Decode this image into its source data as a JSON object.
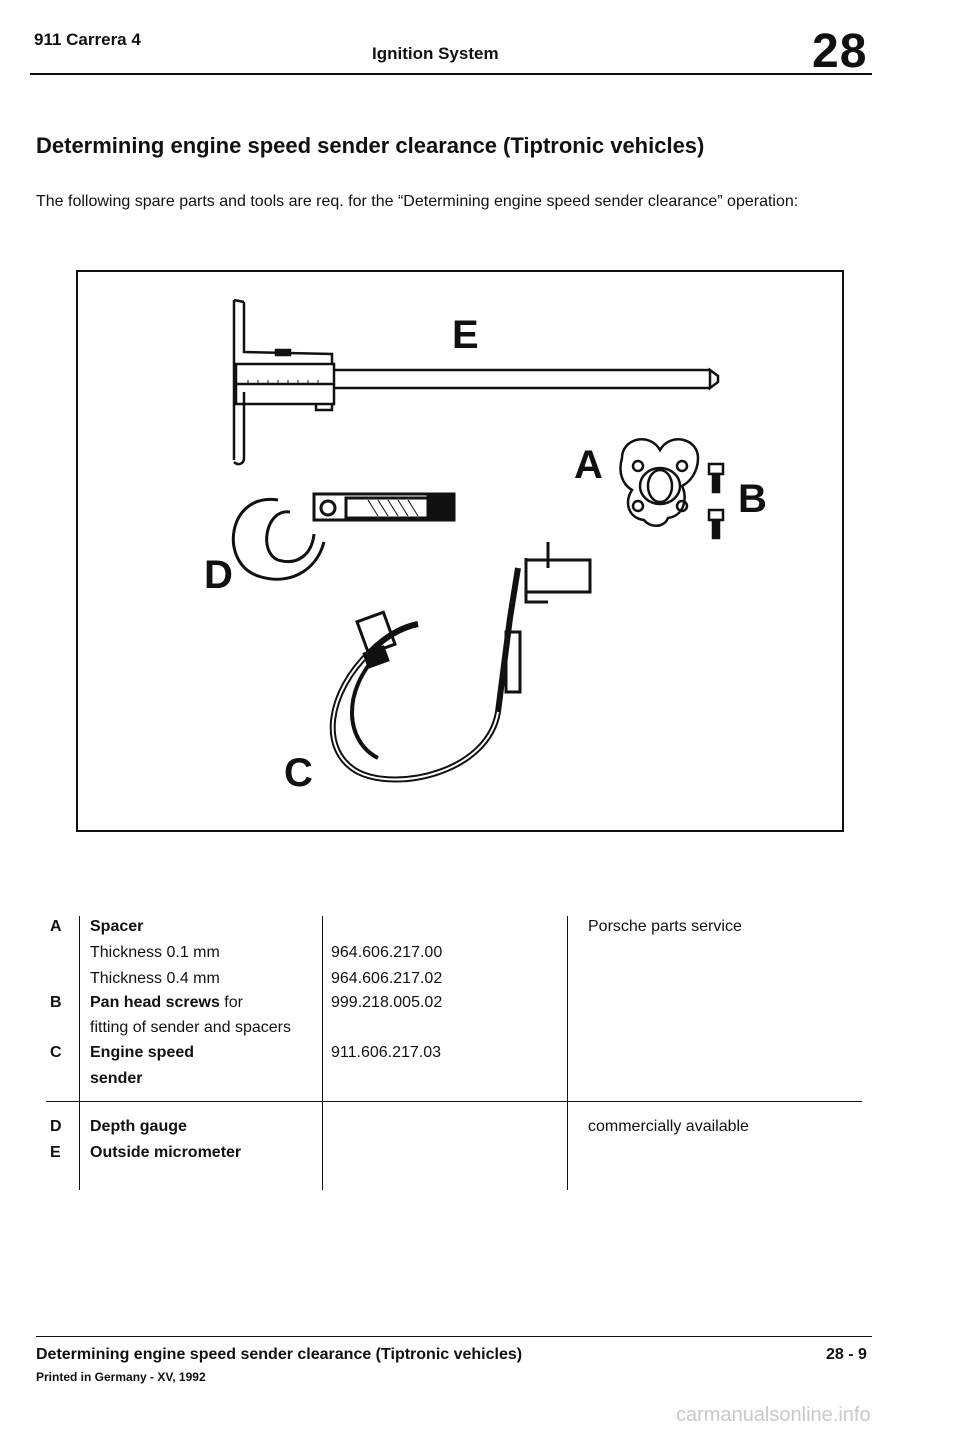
{
  "header": {
    "model": "911 Carrera 4",
    "section": "Ignition System",
    "chapter": "28"
  },
  "title": "Determining engine speed sender clearance (Tiptronic vehicles)",
  "intro": "The following spare parts and tools are req. for the “Determining engine speed sender clearance” operation:",
  "figure": {
    "labels": {
      "a": "A",
      "b": "B",
      "c": "C",
      "d": "D",
      "e": "E"
    }
  },
  "parts_table": {
    "rows": [
      {
        "letter": "A",
        "name": "Spacer",
        "detail": "",
        "part_no": "",
        "source": "Porsche parts service"
      },
      {
        "letter": "",
        "name": "",
        "detail": "Thickness 0.1 mm",
        "part_no": "964.606.217.00",
        "source": ""
      },
      {
        "letter": "",
        "name": "",
        "detail": "Thickness 0.4 mm",
        "part_no": "964.606.217.02",
        "source": ""
      },
      {
        "letter": "B",
        "name": "Pan head screws",
        "detail": " for",
        "part_no": "999.218.005.02",
        "source": ""
      },
      {
        "letter": "",
        "name": "",
        "detail": "fitting of sender and spacers",
        "part_no": "",
        "source": ""
      },
      {
        "letter": "C",
        "name": "Engine speed",
        "detail": "",
        "part_no": "911.606.217.03",
        "source": ""
      },
      {
        "letter": "",
        "name": "sender",
        "detail": "",
        "part_no": "",
        "source": ""
      },
      {
        "letter": "D",
        "name": "Depth gauge",
        "detail": "",
        "part_no": "",
        "source": "commercially available"
      },
      {
        "letter": "E",
        "name": "Outside micrometer",
        "detail": "",
        "part_no": "",
        "source": ""
      }
    ]
  },
  "footer": {
    "title": "Determining engine speed sender clearance (Tiptronic vehicles)",
    "page": "28 - 9",
    "printed": "Printed in Germany - XV, 1992"
  },
  "watermark": "carmanualsonline.info"
}
